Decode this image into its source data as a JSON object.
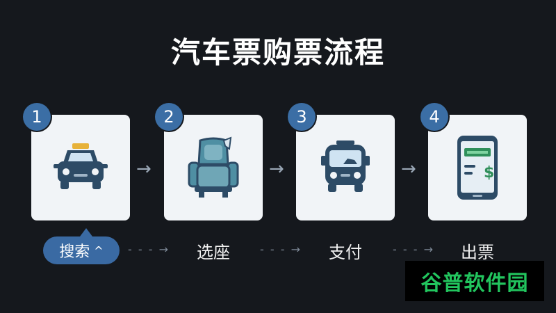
{
  "title": "汽车票购票流程",
  "steps": [
    {
      "num": "1",
      "label": "搜索",
      "icon": "taxi-icon"
    },
    {
      "num": "2",
      "label": "选座",
      "icon": "seat-icon"
    },
    {
      "num": "3",
      "label": "支付",
      "icon": "bus-icon"
    },
    {
      "num": "4",
      "label": "出票",
      "icon": "phone-ticket-icon"
    }
  ],
  "search_chip": {
    "label": "搜索",
    "caret": "^"
  },
  "arrow_glyph": "→",
  "dash_glyph": "- - - →",
  "ticket_symbol": "$",
  "watermark": "谷普软件园",
  "colors": {
    "background": "#15181d",
    "card": "#f1f4f7",
    "badge": "#3b6ea5",
    "icon_dark": "#2d4b66",
    "watermark_text": "#22c55e"
  }
}
